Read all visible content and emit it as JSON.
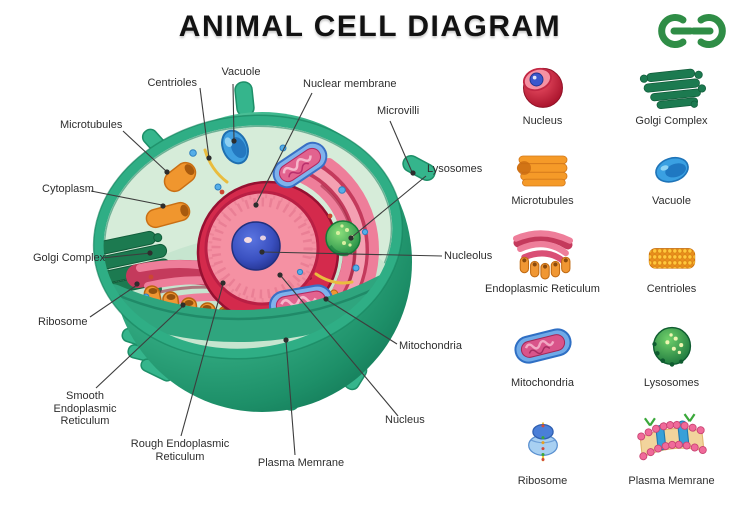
{
  "title": "ANIMAL CELL DIAGRAM",
  "logo": {
    "icon": "geeksforgeeks-logo",
    "color": "#2f8d46"
  },
  "diagram": {
    "labels": [
      {
        "id": "centrioles",
        "text": "Centrioles"
      },
      {
        "id": "vacuole",
        "text": "Vacuole"
      },
      {
        "id": "nuclear-membrane",
        "text": "Nuclear membrane"
      },
      {
        "id": "microvilli",
        "text": "Microvilli"
      },
      {
        "id": "lysosomes",
        "text": "Lysosomes"
      },
      {
        "id": "nucleolus",
        "text": "Nucleolus"
      },
      {
        "id": "mitochondria",
        "text": "Mitochondria"
      },
      {
        "id": "nucleus",
        "text": "Nucleus"
      },
      {
        "id": "plasma-memrane",
        "text": "Plasma Memrane"
      },
      {
        "id": "rough-er",
        "text": "Rough Endoplasmic Reticulum"
      },
      {
        "id": "smooth-er",
        "text": "Smooth Endoplasmic Reticulum"
      },
      {
        "id": "ribosome",
        "text": "Ribosome"
      },
      {
        "id": "golgi-complex",
        "text": "Golgi Complex"
      },
      {
        "id": "cytoplasm",
        "text": "Cytoplasm"
      },
      {
        "id": "microtubules",
        "text": "Microtubules"
      }
    ]
  },
  "legend": {
    "items": [
      {
        "icon": "nucleus-icon",
        "label": "Nucleus"
      },
      {
        "icon": "golgi-icon",
        "label": "Golgi Complex"
      },
      {
        "icon": "microtubules-icon",
        "label": "Microtubules"
      },
      {
        "icon": "vacuole-icon",
        "label": "Vacuole"
      },
      {
        "icon": "er-icon",
        "label": "Endoplasmic Reticulum"
      },
      {
        "icon": "centrioles-icon",
        "label": "Centrioles"
      },
      {
        "icon": "mitochondria-icon",
        "label": "Mitochondria"
      },
      {
        "icon": "lysosomes-icon",
        "label": "Lysosomes"
      },
      {
        "icon": "ribosome-icon",
        "label": "Ribosome"
      },
      {
        "icon": "plasma-icon",
        "label": "Plasma Memrane"
      }
    ]
  },
  "palette": {
    "membrane_teal": "#2fae85",
    "membrane_dark": "#157a58",
    "cytoplasm_pale": "#d6ecd9",
    "nucleus_red": "#d42a4c",
    "nucleoplasm_pink": "#f591a3",
    "nucleolus_blue": "#3a57cc",
    "er_pink": "#ee7e9a",
    "er_crimson": "#c43a5c",
    "organelle_orange": "#f09733",
    "golgi_green": "#1c7a50",
    "lysosome_green": "#2ea04e",
    "vacuole_blue": "#3aa0e2",
    "mito_blue": "#6faae8",
    "mito_pink": "#d9548a",
    "label_color": "#2e2e2e",
    "logo_green": "#2f8d46",
    "title_color": "#121212"
  }
}
